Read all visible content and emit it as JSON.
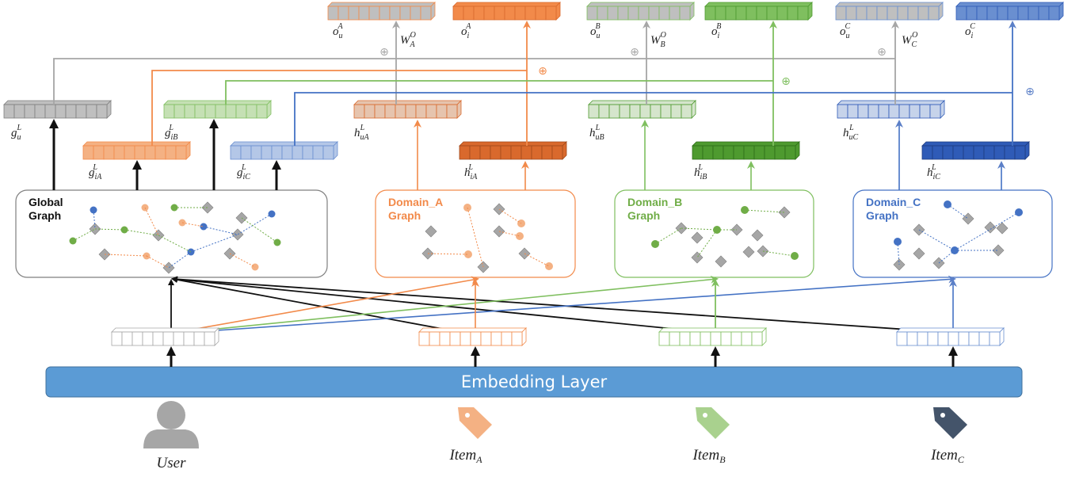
{
  "colors": {
    "gray": "#bfbfbf",
    "gray_stroke": "#7f7f7f",
    "orange_light": "#f4b183",
    "orange": "#f28a4a",
    "orange_dark": "#d9692d",
    "green_light": "#c5e0b4",
    "green": "#7fbf5f",
    "green_dark": "#4e9a2f",
    "blue_light": "#b4c7e7",
    "blue": "#6a8fd0",
    "blue_dark": "#2f5bb7",
    "embedding": "#5b9bd5",
    "black": "#111111"
  },
  "embedding_layer": {
    "label": "Embedding Layer"
  },
  "graphs": {
    "global": {
      "line1": "Global",
      "line2": "Graph"
    },
    "domain_a": {
      "line1": "Domain_A",
      "line2": "Graph"
    },
    "domain_b": {
      "line1": "Domain_B",
      "line2": "Graph"
    },
    "domain_c": {
      "line1": "Domain_C",
      "line2": "Graph"
    }
  },
  "inputs": {
    "user": "User",
    "item_a": "Item",
    "item_a_sub": "A",
    "item_b": "Item",
    "item_b_sub": "B",
    "item_c": "Item",
    "item_c_sub": "C"
  },
  "labels": {
    "g_u": {
      "base": "g",
      "sub": "u",
      "sup": "L"
    },
    "g_iA": {
      "base": "g",
      "sub": "iA",
      "sup": "L"
    },
    "g_iB": {
      "base": "g",
      "sub": "iB",
      "sup": "L"
    },
    "g_iC": {
      "base": "g",
      "sub": "iC",
      "sup": "L"
    },
    "h_uA": {
      "base": "h",
      "sub": "uA",
      "sup": "L"
    },
    "h_iA": {
      "base": "h",
      "sub": "iA",
      "sup": "L"
    },
    "h_uB": {
      "base": "h",
      "sub": "uB",
      "sup": "L"
    },
    "h_iB": {
      "base": "h",
      "sub": "iB",
      "sup": "L"
    },
    "h_uC": {
      "base": "h",
      "sub": "uC",
      "sup": "L"
    },
    "h_iC": {
      "base": "h",
      "sub": "iC",
      "sup": "L"
    },
    "o_uA": {
      "base": "o",
      "sub": "u",
      "sup": "A"
    },
    "o_iA": {
      "base": "o",
      "sub": "i",
      "sup": "A"
    },
    "o_uB": {
      "base": "o",
      "sub": "u",
      "sup": "B"
    },
    "o_iB": {
      "base": "o",
      "sub": "i",
      "sup": "B"
    },
    "o_uC": {
      "base": "o",
      "sub": "u",
      "sup": "C"
    },
    "o_iC": {
      "base": "o",
      "sub": "i",
      "sup": "C"
    },
    "W_A": {
      "base": "W",
      "sub": "A",
      "sup": "O"
    },
    "W_B": {
      "base": "W",
      "sub": "B",
      "sup": "O"
    },
    "W_C": {
      "base": "W",
      "sub": "C",
      "sup": "O"
    }
  },
  "plus_symbol": "⊕"
}
